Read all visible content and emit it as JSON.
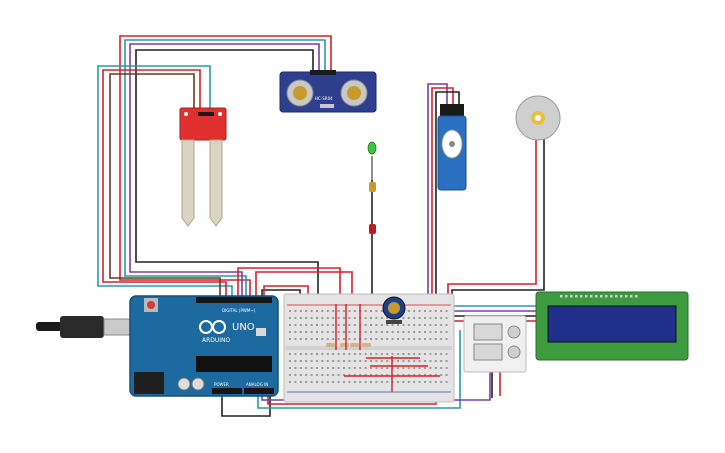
{
  "colors": {
    "wire_red": "#d6202a",
    "wire_black": "#222222",
    "wire_teal": "#2a9aa8",
    "wire_purple": "#7b3f9e",
    "wire_brown": "#6b3a1e",
    "arduino": "#1c6aa0",
    "lcd_frame": "#3e9a3e",
    "lcd_screen": "#1f2f8a",
    "sensor_red": "#e03030",
    "ultrasonic": "#2f3f8f",
    "servo": "#2a6fc0",
    "breadboard": "#e4e4e4"
  },
  "labels": {
    "arduino_brand": "ARDUINO",
    "arduino_model": "UNO",
    "arduino_digital": "DIGITAL (PWM~)",
    "arduino_power": "POWER",
    "arduino_analog": "ANALOG IN",
    "ultrasonic_model": "HC-SR04"
  }
}
